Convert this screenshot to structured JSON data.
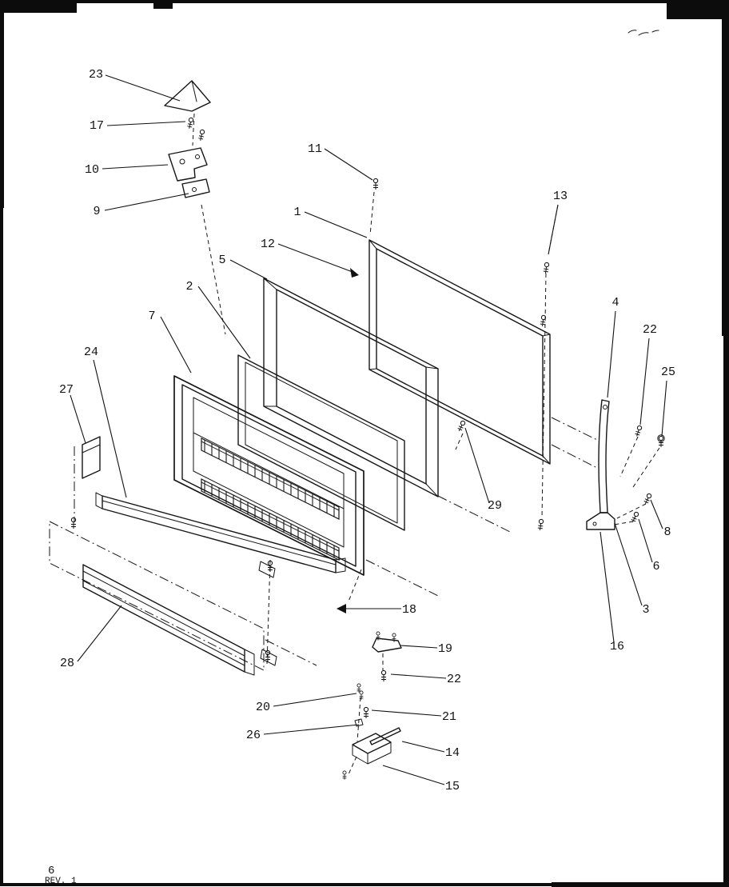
{
  "document": {
    "kind": "exploded-parts-diagram",
    "page_number": "6",
    "revision": "REV. 1"
  },
  "labels": [
    {
      "text": "23"
    },
    {
      "text": "17"
    },
    {
      "text": "10"
    },
    {
      "text": "9"
    },
    {
      "text": "11"
    },
    {
      "text": "1"
    },
    {
      "text": "12"
    },
    {
      "text": "5"
    },
    {
      "text": "2"
    },
    {
      "text": "7"
    },
    {
      "text": "24"
    },
    {
      "text": "27"
    },
    {
      "text": "13"
    },
    {
      "text": "4"
    },
    {
      "text": "22"
    },
    {
      "text": "25"
    },
    {
      "text": "29"
    },
    {
      "text": "8"
    },
    {
      "text": "6"
    },
    {
      "text": "3"
    },
    {
      "text": "16"
    },
    {
      "text": "18"
    },
    {
      "text": "19"
    },
    {
      "text": "22"
    },
    {
      "text": "20"
    },
    {
      "text": "21"
    },
    {
      "text": "26"
    },
    {
      "text": "14"
    },
    {
      "text": "15"
    },
    {
      "text": "28"
    }
  ]
}
